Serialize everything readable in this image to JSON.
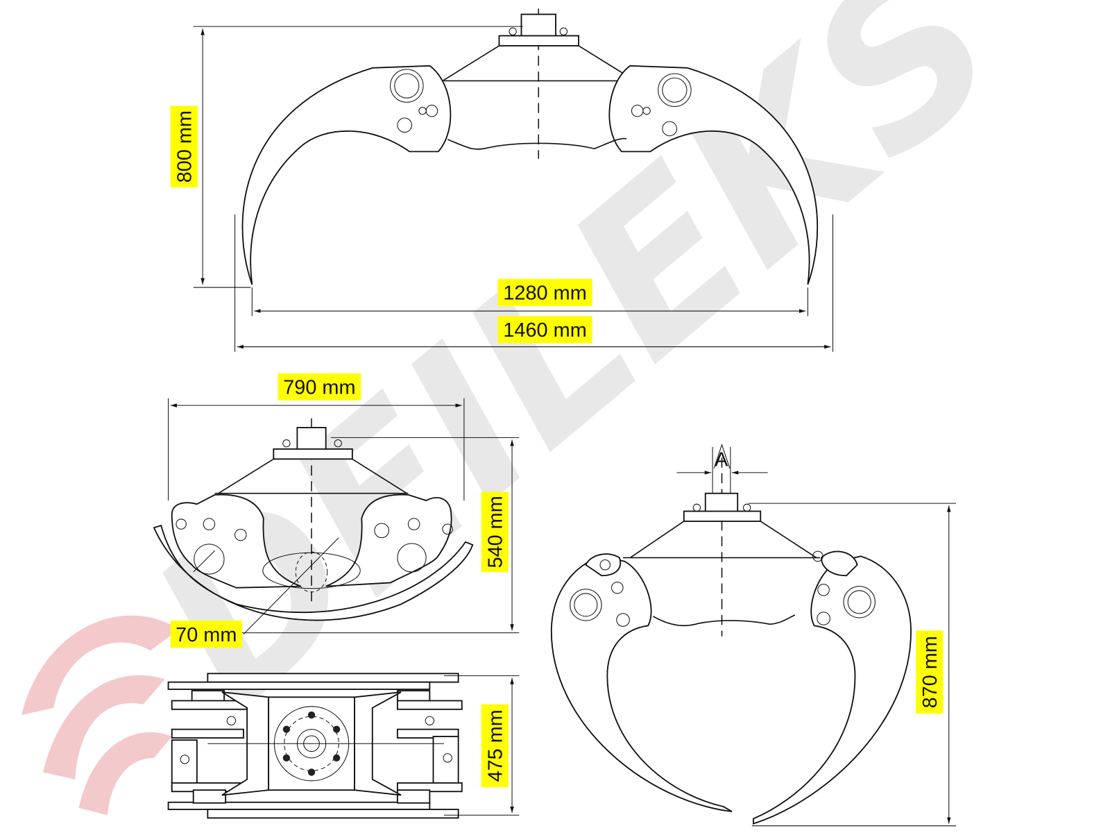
{
  "watermark": {
    "text": "DEILEKS",
    "logo_color": "#f3c9cc",
    "text_color": "#e4e4e4"
  },
  "dimensions": {
    "top_height": "800 mm",
    "top_inner_width": "1280 mm",
    "top_outer_width": "1460 mm",
    "side_width": "790 mm",
    "side_height": "540 mm",
    "pin_diameter": "70 mm",
    "plan_height": "475 mm",
    "front_height": "870 mm"
  },
  "views": {
    "front_view_marker": "A"
  },
  "highlight_color": "#ffff00"
}
